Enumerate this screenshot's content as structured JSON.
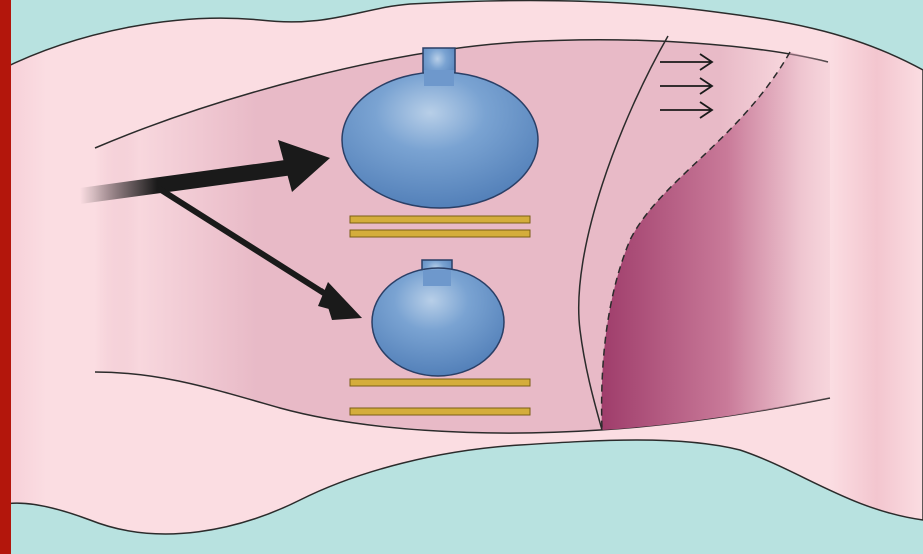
{
  "diagram": {
    "labels": [],
    "colors": {
      "background": "#b8e2e0",
      "left_frame": "#b3160c",
      "outer_tissue": "#fbdde2",
      "inner_band": "#e6b6c4",
      "vesicle_fill": "#5d8fc6",
      "vesicle_stroke": "#2a3f66",
      "lamella": "#d4ad3b",
      "gradient_dark": "#9f3d6b",
      "outline": "#2b2b2b"
    },
    "elements": {
      "large_arrow": "thick-arrow",
      "small_arrow": "thin-arrow",
      "vesicle_upper": "large-vesicle",
      "vesicle_lower": "small-vesicle",
      "lamellae_upper": "double-line-stack",
      "lamellae_lower": "double-line-stack",
      "flow_arrows": "three-small-arrows",
      "dashed_front": "dashed-boundary"
    }
  }
}
